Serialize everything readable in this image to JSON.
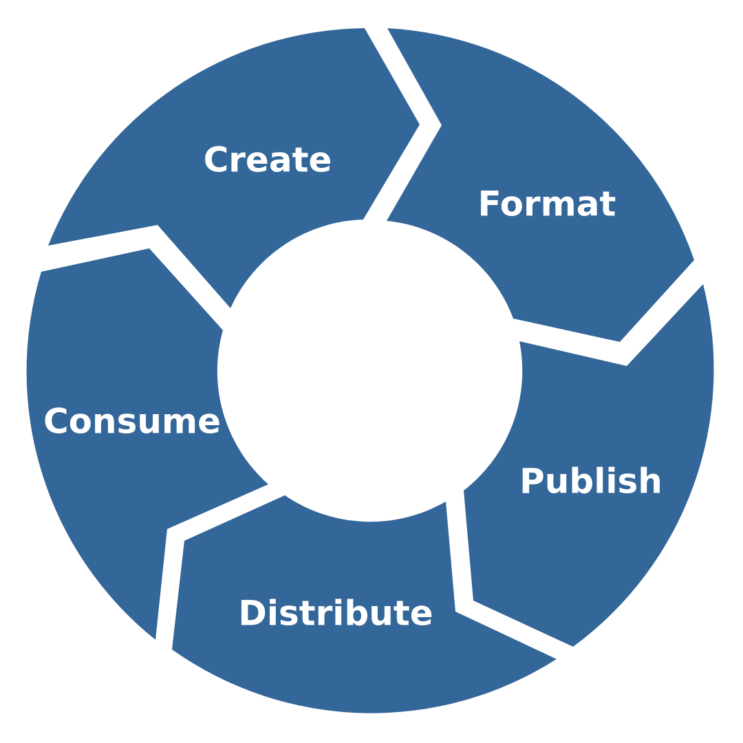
{
  "diagram": {
    "type": "cycle",
    "fill_color": "#336699",
    "label_color": "#ffffff",
    "background": "#ffffff",
    "steps": [
      {
        "label": "Create"
      },
      {
        "label": "Format"
      },
      {
        "label": "Publish"
      },
      {
        "label": "Distribute"
      },
      {
        "label": "Consume"
      }
    ]
  }
}
